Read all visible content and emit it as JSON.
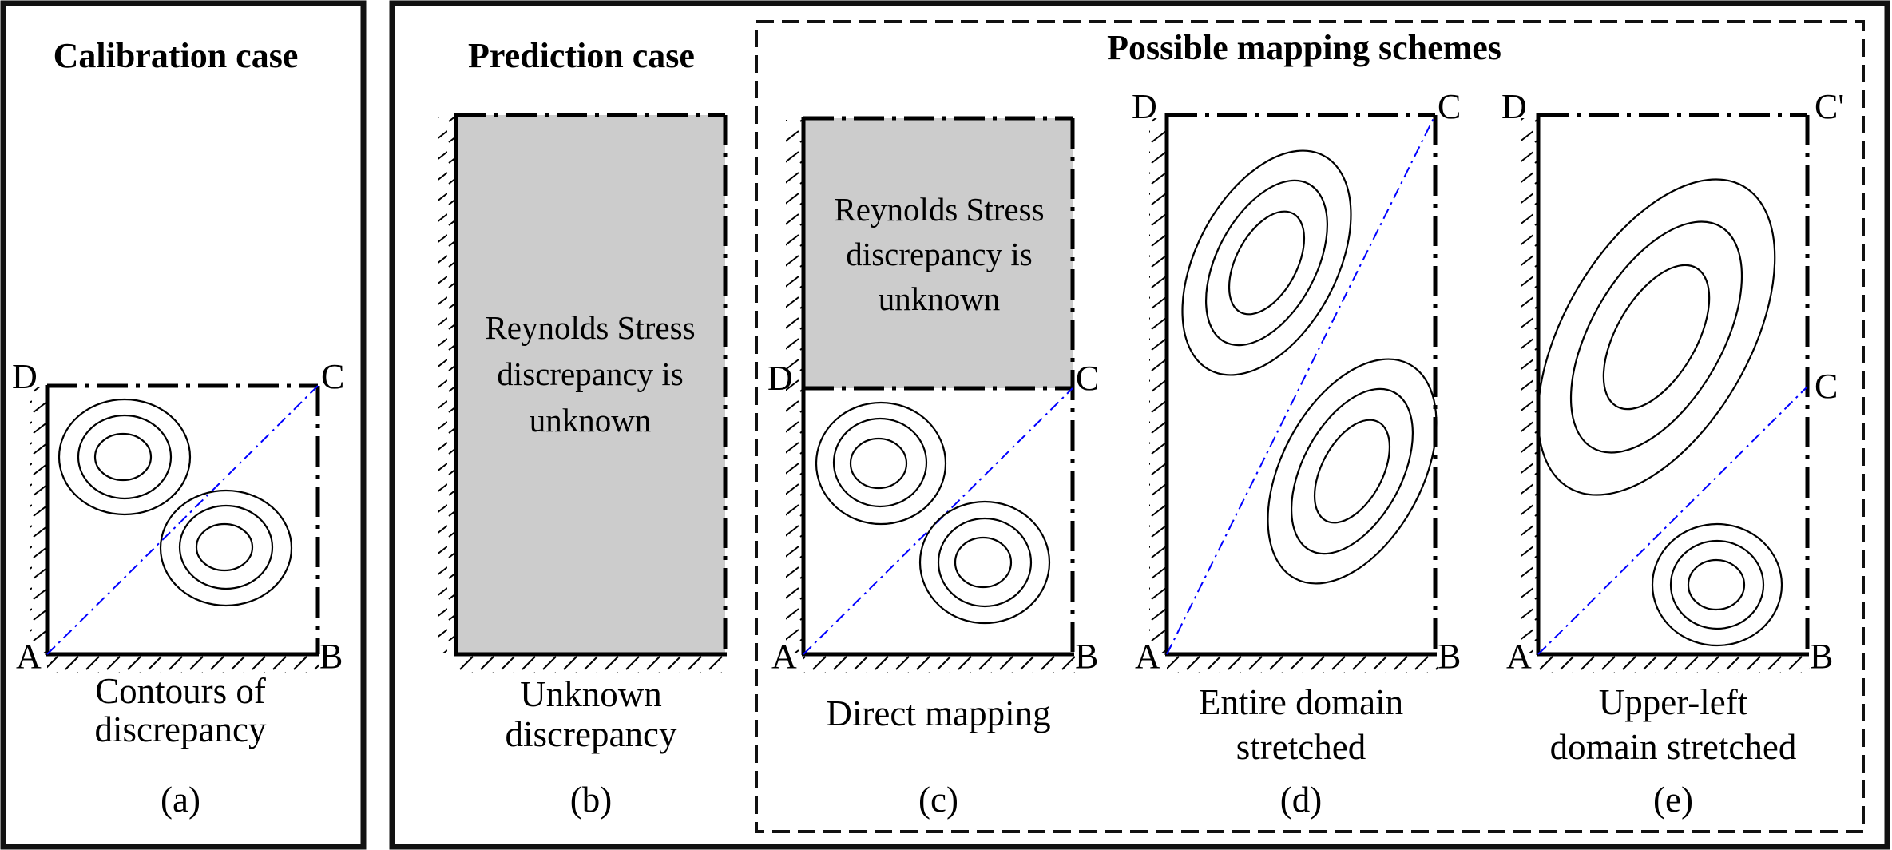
{
  "figure": {
    "panels_left_title": "Calibration case",
    "panels_mid_title": "Prediction case",
    "mapping_group_title": "Possible mapping schemes",
    "colors": {
      "contour": "#000000",
      "diagonal": "#0000ff",
      "unknown_region": "#cccccc",
      "border": "#000000"
    }
  },
  "panels": {
    "a": {
      "tag": "(a)",
      "caption_line1": "Contours of",
      "caption_line2": "discrepancy",
      "corners": {
        "A": "A",
        "B": "B",
        "C": "C",
        "D": "D"
      }
    },
    "b": {
      "tag": "(b)",
      "caption_line1": "Unknown",
      "caption_line2": "discrepancy",
      "region_text_line1": "Reynolds Stress",
      "region_text_line2": "discrepancy is",
      "region_text_line3": "unknown"
    },
    "c": {
      "tag": "(c)",
      "caption_line1": "Direct mapping",
      "region_text_line1": "Reynolds Stress",
      "region_text_line2": "discrepancy is",
      "region_text_line3": "unknown",
      "corners": {
        "A": "A",
        "B": "B",
        "C": "C",
        "D": "D"
      }
    },
    "d": {
      "tag": "(d)",
      "caption_line1": "Entire domain",
      "caption_line2": "stretched",
      "corners": {
        "A": "A",
        "B": "B",
        "C": "C",
        "D": "D"
      }
    },
    "e": {
      "tag": "(e)",
      "caption_line1": "Upper-left",
      "caption_line2": "domain stretched",
      "corners": {
        "A": "A",
        "B": "B",
        "C": "C",
        "C_prime": "C'",
        "D": "D"
      }
    }
  }
}
